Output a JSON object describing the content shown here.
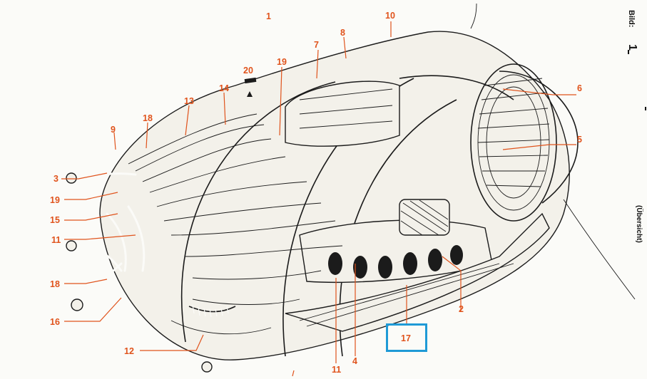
{
  "side": {
    "bild_label": "Bild:",
    "bild_number": "1",
    "subtitle": "(Übersicht)"
  },
  "callouts": {
    "c1": "1",
    "c2": "2",
    "c3": "3",
    "c4": "4",
    "c5": "5",
    "c6": "6",
    "c7": "7",
    "c8": "8",
    "c9": "9",
    "c10": "10",
    "c11a": "11",
    "c11b": "11",
    "c12": "12",
    "c13": "13",
    "c14": "14",
    "c15": "15",
    "c16": "16",
    "c17": "17",
    "c18a": "18",
    "c18b": "18",
    "c19a": "19",
    "c19b": "19",
    "c20": "20"
  },
  "highlight_target": "17",
  "colors": {
    "callout": "#e0531c",
    "highlight": "#1f9ad6",
    "ink": "#1b1b1b"
  }
}
